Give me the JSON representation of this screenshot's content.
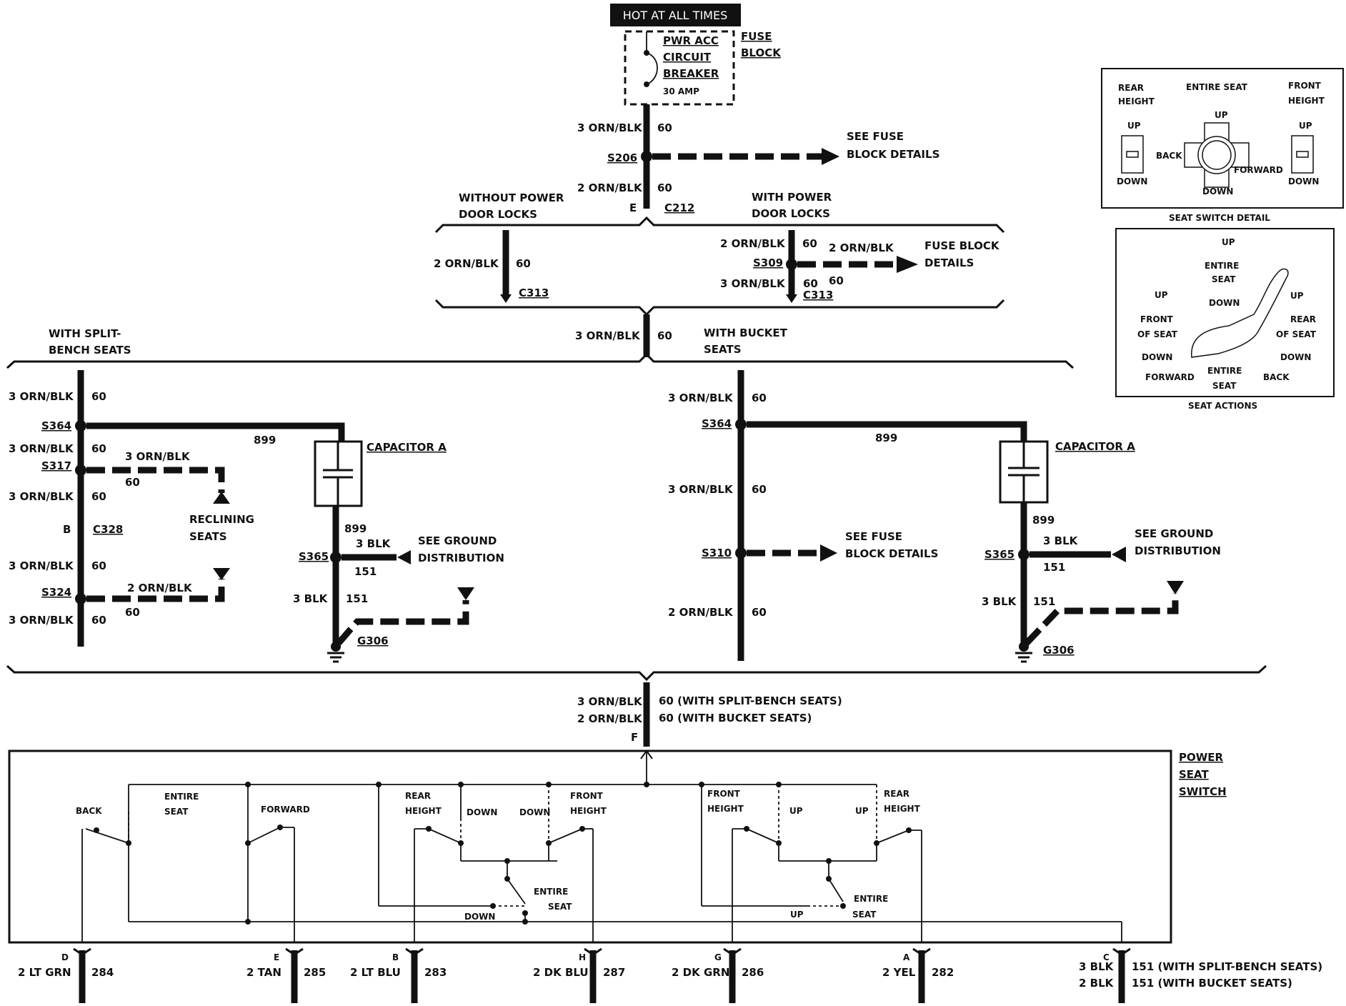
{
  "power": {
    "hot_label": "HOT AT ALL TIMES",
    "breaker": [
      "PWR ACC",
      "CIRCUIT",
      "BREAKER",
      "30 AMP"
    ],
    "fuse_block": [
      "FUSE",
      "BLOCK"
    ]
  },
  "top_wires": {
    "w1": "3 ORN/BLK",
    "w1_num": "60",
    "s206": "S206",
    "see_fuse_block": [
      "SEE FUSE",
      "BLOCK DETAILS"
    ],
    "w2": "2 ORN/BLK",
    "w2_num": "60",
    "e": "E",
    "c212": "C212"
  },
  "door_locks": {
    "without": [
      "WITHOUT POWER",
      "DOOR LOCKS"
    ],
    "with": [
      "WITH POWER",
      "DOOR LOCKS"
    ],
    "left_wire": "2 ORN/BLK",
    "left_num": "60",
    "left_conn": "C313",
    "r_top_wire": "2 ORN/BLK",
    "r_top_num": "60",
    "s309": "S309",
    "r_branch": "2 ORN/BLK",
    "fuse_block_details": [
      "FUSE BLOCK",
      "DETAILS"
    ],
    "r_bot_wire": "3 ORN/BLK",
    "r_bot_num": "60",
    "r_bot_num2": "60",
    "r_conn": "C313"
  },
  "mid": {
    "wire": "3 ORN/BLK",
    "num": "60",
    "split_title": [
      "WITH SPLIT-",
      "BENCH SEATS"
    ],
    "bucket_title": [
      "WITH BUCKET",
      "SEATS"
    ]
  },
  "split": {
    "w1": "3 ORN/BLK",
    "w1n": "60",
    "s364": "S364",
    "wire899": "899",
    "w2": "3 ORN/BLK",
    "w2n": "60",
    "s317": "S317",
    "b317": "3 ORN/BLK",
    "b317n": "60",
    "w3": "3 ORN/BLK",
    "w3n": "60",
    "b": "B",
    "c328": "C328",
    "reclining": [
      "RECLINING",
      "SEATS"
    ],
    "w4": "3 ORN/BLK",
    "w4n": "60",
    "s324": "S324",
    "b324": "2 ORN/BLK",
    "b324n": "60",
    "w5": "3 ORN/BLK",
    "w5n": "60",
    "capacitor": "CAPACITOR A",
    "c899": "899",
    "s365": "S365",
    "blk": "3 BLK",
    "n151": "151",
    "see_ground": [
      "SEE GROUND",
      "DISTRIBUTION"
    ],
    "blk2": "3 BLK",
    "n151b": "151",
    "g306": "G306"
  },
  "bucket": {
    "w1": "3 ORN/BLK",
    "w1n": "60",
    "s364": "S364",
    "wire899": "899",
    "w2": "3 ORN/BLK",
    "w2n": "60",
    "s310": "S310",
    "see_fuse": [
      "SEE FUSE",
      "BLOCK DETAILS"
    ],
    "w3": "2 ORN/BLK",
    "w3n": "60",
    "capacitor": "CAPACITOR A",
    "c899": "899",
    "s365": "S365",
    "blk": "3 BLK",
    "n151": "151",
    "see_ground": [
      "SEE GROUND",
      "DISTRIBUTION"
    ],
    "blk2": "3 BLK",
    "n151b": "151",
    "g306": "G306"
  },
  "lower": {
    "w1": "3 ORN/BLK",
    "w1n": "60 (WITH SPLIT-BENCH SEATS)",
    "w2": "2 ORN/BLK",
    "w2n": "60 (WITH BUCKET SEATS)",
    "f": "F"
  },
  "switch": {
    "title": [
      "POWER",
      "SEAT",
      "SWITCH"
    ],
    "back": "BACK",
    "entire_seat": [
      "ENTIRE",
      "SEAT"
    ],
    "forward": "FORWARD",
    "rear_height": [
      "REAR",
      "HEIGHT"
    ],
    "down": "DOWN",
    "front_height": [
      "FRONT",
      "HEIGHT"
    ],
    "up": "UP",
    "entire_seat2": [
      "ENTIRE",
      "SEAT"
    ]
  },
  "connectors": [
    {
      "letter": "D",
      "wire": "2 LT GRN",
      "num": "284"
    },
    {
      "letter": "E",
      "wire": "2 TAN",
      "num": "285"
    },
    {
      "letter": "B",
      "wire": "2 LT BLU",
      "num": "283"
    },
    {
      "letter": "H",
      "wire": "2 DK BLU",
      "num": "287"
    },
    {
      "letter": "G",
      "wire": "2 DK GRN",
      "num": "286"
    },
    {
      "letter": "A",
      "wire": "2 YEL",
      "num": "282"
    },
    {
      "letter": "C",
      "wire": "3 BLK",
      "wire2": "2 BLK",
      "num": "151 (WITH SPLIT-BENCH SEATS)",
      "num2": "151 (WITH BUCKET SEATS)"
    }
  ],
  "seat_switch_detail": {
    "rear_height": [
      "REAR",
      "HEIGHT"
    ],
    "entire_seat": "ENTIRE SEAT",
    "front_height": [
      "FRONT",
      "HEIGHT"
    ],
    "up": "UP",
    "down": "DOWN",
    "back": "BACK",
    "forward": "FORWARD",
    "caption": "SEAT SWITCH DETAIL"
  },
  "seat_actions": {
    "entire_up": [
      "UP",
      "ENTIRE",
      "SEAT",
      "DOWN"
    ],
    "front": [
      "UP",
      "FRONT",
      "OF SEAT",
      "DOWN"
    ],
    "rear": [
      "UP",
      "REAR",
      "OF SEAT",
      "DOWN"
    ],
    "forward": "FORWARD",
    "entire": [
      "ENTIRE",
      "SEAT"
    ],
    "back": "BACK",
    "caption": "SEAT ACTIONS"
  }
}
